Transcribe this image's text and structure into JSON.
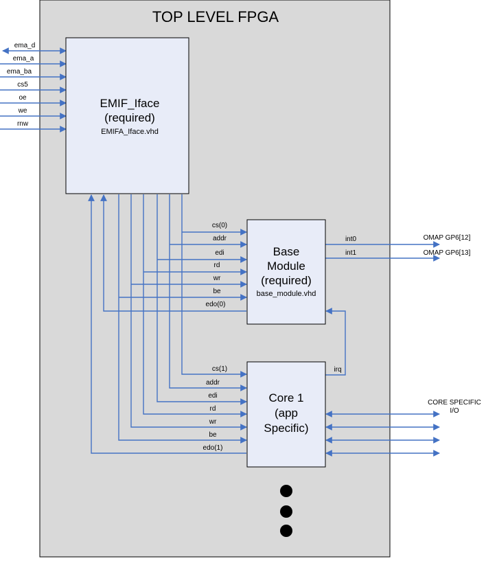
{
  "title": "TOP LEVEL FPGA",
  "emif": {
    "name": "EMIF_Iface",
    "req": "(required)",
    "file": "EMIFA_Iface.vhd"
  },
  "base": {
    "line1": "Base",
    "line2": "Module",
    "line3": "(required)",
    "file": "base_module.vhd"
  },
  "core": {
    "line1": "Core 1",
    "line2": "(app",
    "line3": "Specific)"
  },
  "ext_signals": [
    "ema_d",
    "ema_a",
    "ema_ba",
    "cs5",
    "oe",
    "we",
    "rnw"
  ],
  "base_signals": [
    "cs(0)",
    "addr",
    "edi",
    "rd",
    "wr",
    "be",
    "edo(0)"
  ],
  "core_signals": [
    "cs(1)",
    "addr",
    "edi",
    "rd",
    "wr",
    "be",
    "edo(1)"
  ],
  "base_outputs": {
    "int0": "int0",
    "int1": "int1",
    "omap12": "OMAP GP6[12]",
    "omap13": "OMAP GP6[13]"
  },
  "irq": "irq",
  "core_io": {
    "line1": "CORE SPECIFIC",
    "line2": "I/O"
  },
  "colors": {
    "line": "#4472c4",
    "fpga_bg": "#d9d9d9",
    "block_bg": "#e8ecf8"
  }
}
